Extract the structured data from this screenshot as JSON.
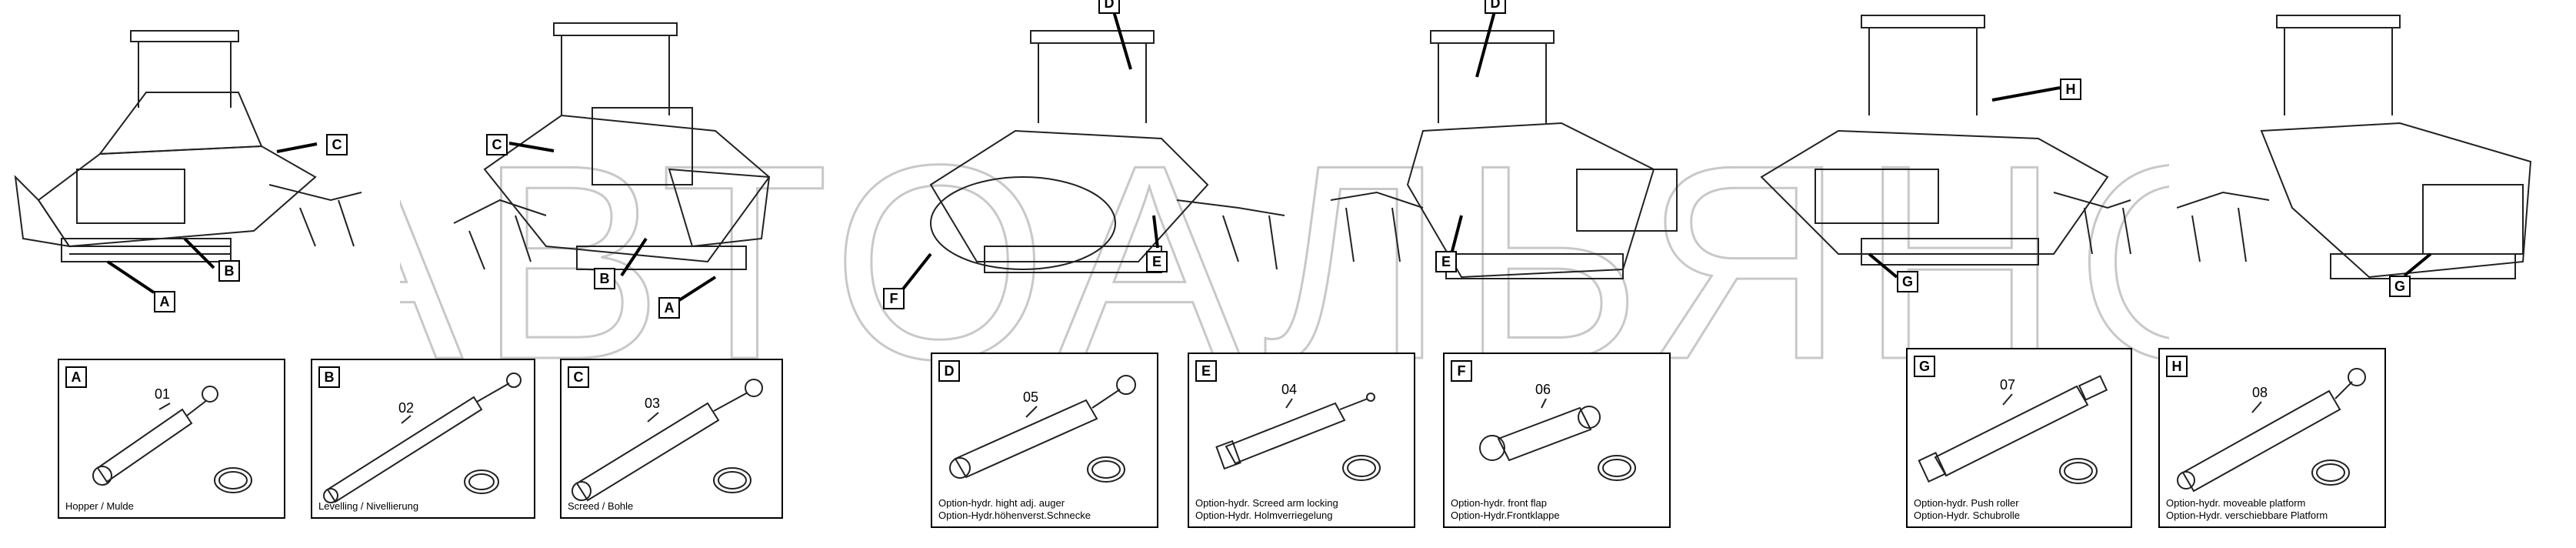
{
  "watermark": "АВТОАЛЬЯНС",
  "callouts": {
    "a1": "A",
    "b1": "B",
    "c1": "C",
    "c2": "C",
    "b2": "B",
    "a2": "A",
    "d1": "D",
    "e1": "E",
    "f1": "F",
    "d2": "D",
    "e2": "E",
    "h1": "H",
    "g1": "G",
    "g2": "G"
  },
  "details": [
    {
      "tag": "A",
      "part": "01",
      "caption": [
        "Hopper / Mulde"
      ]
    },
    {
      "tag": "B",
      "part": "02",
      "caption": [
        "Levelling / Nivellierung"
      ]
    },
    {
      "tag": "C",
      "part": "03",
      "caption": [
        "Screed / Bohle"
      ]
    },
    {
      "tag": "D",
      "part": "05",
      "caption": [
        "Option-hydr. hight adj. auger",
        "Option-Hydr.höhenverst.Schnecke"
      ]
    },
    {
      "tag": "E",
      "part": "04",
      "caption": [
        "Option-hydr. Screed arm locking",
        "Option-Hydr. Holmverriegelung"
      ]
    },
    {
      "tag": "F",
      "part": "06",
      "caption": [
        "Option-hydr. front flap",
        "Option-Hydr.Frontklappe"
      ]
    },
    {
      "tag": "G",
      "part": "07",
      "caption": [
        "Option-hydr. Push roller",
        "Option-Hydr. Schubrolle"
      ]
    },
    {
      "tag": "H",
      "part": "08",
      "caption": [
        "Option-hydr. moveable platform",
        "Option-Hydr. verschiebbare Platform"
      ]
    }
  ]
}
